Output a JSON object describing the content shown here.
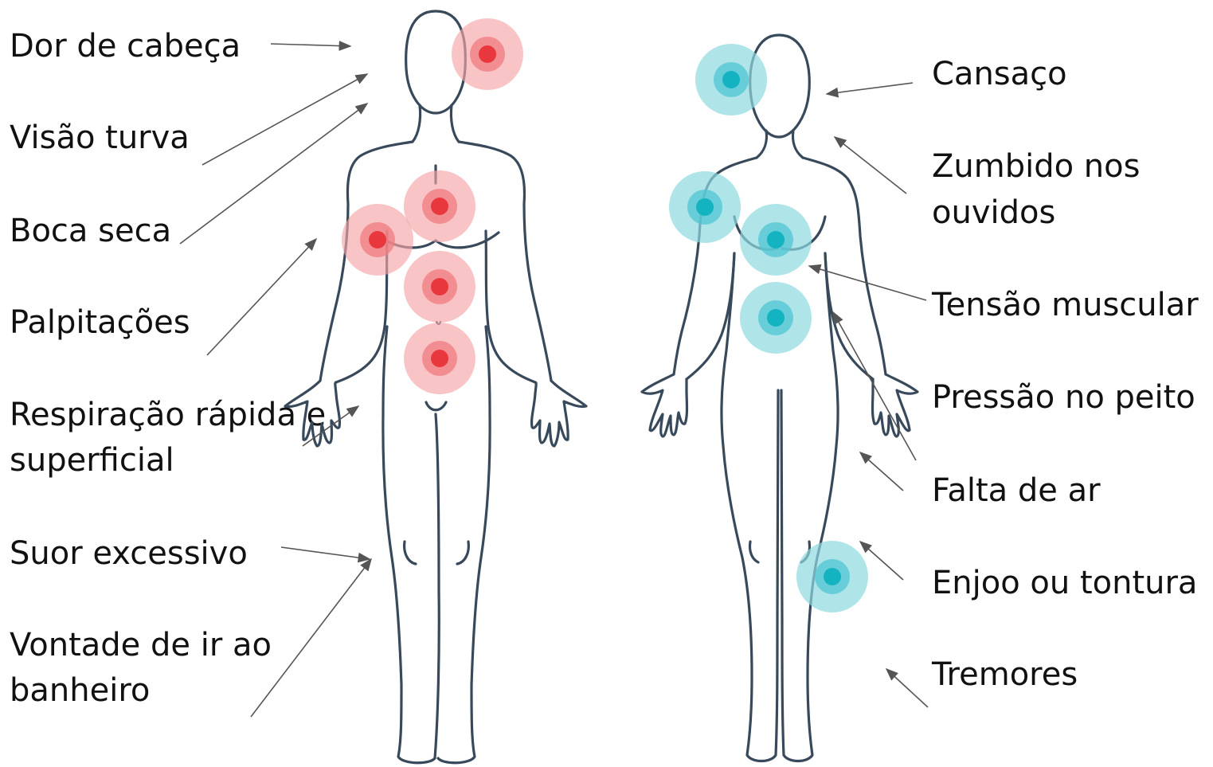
{
  "left_labels": [
    "Dor de cabeça",
    "Visão turva",
    "Boca seca",
    "Palpitações",
    "Respiração rápida e",
    "superficial",
    "Suor excessivo",
    "Vontade de ir ao",
    "banheiro"
  ],
  "right_labels": [
    "Cansaço",
    "Zumbido nos",
    "ouvidos",
    "Tensão muscular",
    "Pressão no peito",
    "Falta de ar",
    "Enjoo ou tontura",
    "Tremores"
  ],
  "colors": {
    "left_marker": "#e8383d",
    "left_halo": "#f4a5a7",
    "right_marker": "#13b3c1",
    "right_halo": "#8dd8df",
    "body_outline": "#37495a",
    "arrow": "#555555"
  }
}
